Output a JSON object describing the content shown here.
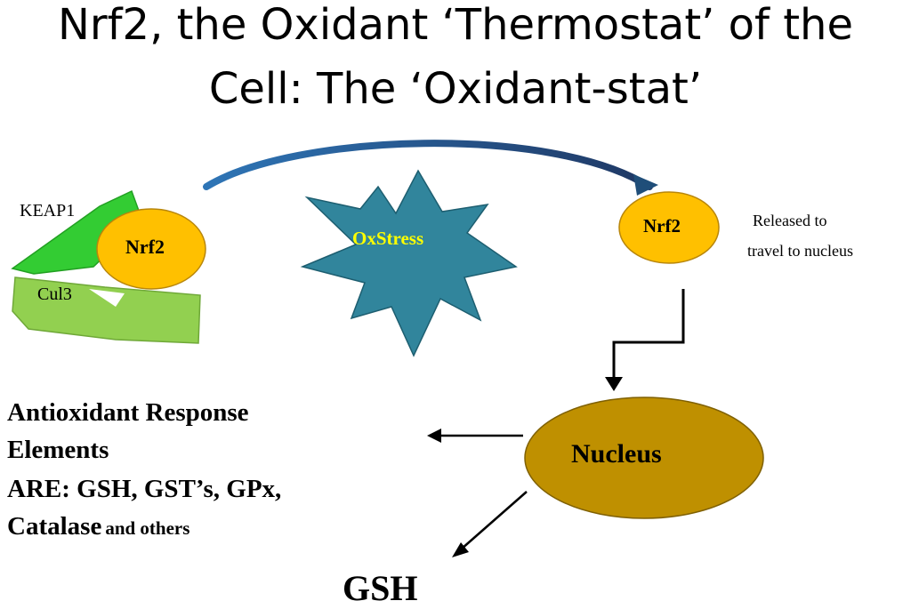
{
  "title": {
    "line1": "Nrf2, the Oxidant ‘Thermostat’ of the",
    "line2": "Cell: The ‘Oxidant-stat’"
  },
  "complex": {
    "keap1_label": "KEAP1",
    "nrf2_label": "Nrf2",
    "cul3_label": "Cul3"
  },
  "stress_label": "OxStress",
  "released": {
    "nrf2_label": "Nrf2",
    "note_line1": "Released to",
    "note_line2": "travel to nucleus"
  },
  "nucleus_label": "Nucleus",
  "are": {
    "line1": "Antioxidant Response",
    "line2": "Elements",
    "line3": "ARE: GSH, GST’s, GPx,",
    "line4_main": "Catalase",
    "line4_small": "and others"
  },
  "gsh_label": "GSH",
  "colors": {
    "nrf2_fill": "#FFC000",
    "keap1_fill": "#33CC33",
    "cul3_fill": "#92D050",
    "star_fill": "#31859C",
    "stress_text": "#FFFF00",
    "nucleus_fill": "#BF9000",
    "arc_arrow": "#1F4E79"
  }
}
